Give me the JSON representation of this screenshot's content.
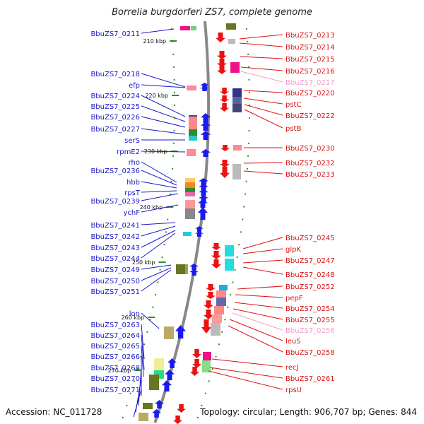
{
  "title": "Borrelia burgdorferi ZS7, complete genome",
  "accession_text": "Accession: NC_011728",
  "topology_text": "Topology: circular; Length: 906,707 bp; Genes: 844",
  "colors": {
    "left_label": "#1a1acc",
    "right_label": "#dd1111",
    "right_label_faded": "#f0a0c8",
    "backbone": "#888888",
    "tick": "#2e8b2e"
  },
  "ticks": [
    "210 kbp",
    "220 kbp",
    "230 kbp",
    "240 kbp",
    "250 kbp",
    "260 kbp",
    "270 kbp"
  ],
  "left_labels": [
    "BbuZS7_0211",
    "BbuZS7_0218",
    "efp",
    "BbuZS7_0224",
    "BbuZS7_0225",
    "BbuZS7_0226",
    "BbuZS7_0227",
    "serS",
    "rpmE2",
    "rho",
    "BbuZS7_0236",
    "hbb",
    "rpsT",
    "BbuZS7_0239",
    "ychF",
    "BbuZS7_0241",
    "BbuZS7_0242",
    "BbuZS7_0243",
    "BbuZS7_0244",
    "BbuZS7_0249",
    "BbuZS7_0250",
    "BbuZS7_0251",
    "lon",
    "BbuZS7_0263",
    "BbuZS7_0264",
    "BbuZS7_0265",
    "BbuZS7_0266",
    "BbuZS7_0268",
    "BbuZS7_0270",
    "BbuZS7_0271"
  ],
  "right_labels": [
    {
      "text": "BbuZS7_0213",
      "faded": false
    },
    {
      "text": "BbuZS7_0214",
      "faded": false
    },
    {
      "text": "BbuZS7_0215",
      "faded": false
    },
    {
      "text": "BbuZS7_0216",
      "faded": false
    },
    {
      "text": "BbuZS7_0217",
      "faded": true
    },
    {
      "text": "BbuZS7_0220",
      "faded": false
    },
    {
      "text": "pstC",
      "faded": false
    },
    {
      "text": "BbuZS7_0222",
      "faded": false
    },
    {
      "text": "pstB",
      "faded": false
    },
    {
      "text": "BbuZS7_0230",
      "faded": false
    },
    {
      "text": "BbuZS7_0232",
      "faded": false
    },
    {
      "text": "BbuZS7_0233",
      "faded": false
    },
    {
      "text": "BbuZS7_0245",
      "faded": false
    },
    {
      "text": "glpK",
      "faded": false
    },
    {
      "text": "BbuZS7_0247",
      "faded": false
    },
    {
      "text": "BbuZS7_0248",
      "faded": false
    },
    {
      "text": "BbuZS7_0252",
      "faded": false
    },
    {
      "text": "pepF",
      "faded": false
    },
    {
      "text": "BbuZS7_0254",
      "faded": false
    },
    {
      "text": "BbuZS7_0255",
      "faded": false
    },
    {
      "text": "BbuZS7_0256",
      "faded": true
    },
    {
      "text": "leuS",
      "faded": false
    },
    {
      "text": "BbuZS7_0258",
      "faded": false
    },
    {
      "text": "recJ",
      "faded": false
    },
    {
      "text": "BbuZS7_0261",
      "faded": false
    },
    {
      "text": "rpsU",
      "faded": false
    }
  ]
}
